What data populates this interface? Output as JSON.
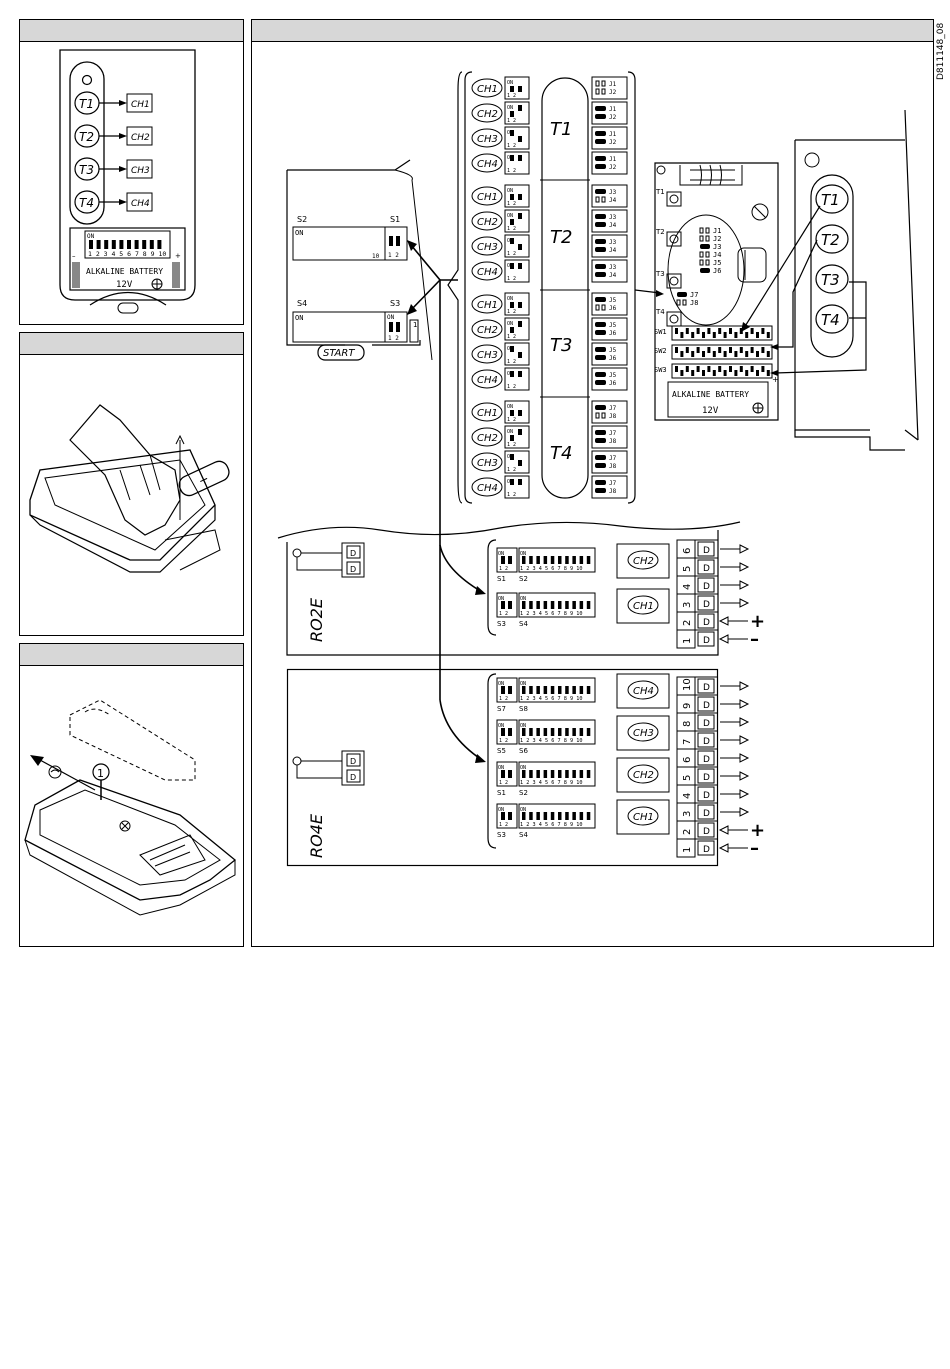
{
  "doc_code": "D811148_08",
  "left_panel": {
    "transmitter": {
      "buttons": [
        "T1",
        "T2",
        "T3",
        "T4"
      ],
      "channels": [
        "CH1",
        "CH2",
        "CH3",
        "CH4"
      ],
      "dip_on": "ON",
      "dip_numbers": "1 2 3 4 5 6 7 8 9 10",
      "minus": "–",
      "plus": "+",
      "battery_label": "ALKALINE BATTERY",
      "battery_voltage": "12V"
    },
    "step3_callout": "1"
  },
  "transmitter_board": {
    "s2": "S2",
    "s1": "S1",
    "s4": "S4",
    "s3": "S3",
    "on": "ON",
    "ten": "10",
    "one": "1",
    "start": "START"
  },
  "config_table": {
    "groups": [
      {
        "button": "T1",
        "rows": [
          {
            "ch": "CH1",
            "j": [
              "J1",
              "J2"
            ]
          },
          {
            "ch": "CH2",
            "j": [
              "J1",
              "J2"
            ]
          },
          {
            "ch": "CH3",
            "j": [
              "J1",
              "J2"
            ]
          },
          {
            "ch": "CH4",
            "j": [
              "J1",
              "J2"
            ]
          }
        ]
      },
      {
        "button": "T2",
        "rows": [
          {
            "ch": "CH1",
            "j": [
              "J3",
              "J4"
            ]
          },
          {
            "ch": "CH2",
            "j": [
              "J3",
              "J4"
            ]
          },
          {
            "ch": "CH3",
            "j": [
              "J3",
              "J4"
            ]
          },
          {
            "ch": "CH4",
            "j": [
              "J3",
              "J4"
            ]
          }
        ]
      },
      {
        "button": "T3",
        "rows": [
          {
            "ch": "CH1",
            "j": [
              "J5",
              "J6"
            ]
          },
          {
            "ch": "CH2",
            "j": [
              "J5",
              "J6"
            ]
          },
          {
            "ch": "CH3",
            "j": [
              "J5",
              "J6"
            ]
          },
          {
            "ch": "CH4",
            "j": [
              "J5",
              "J6"
            ]
          }
        ]
      },
      {
        "button": "T4",
        "rows": [
          {
            "ch": "CH1",
            "j": [
              "J7",
              "J8"
            ]
          },
          {
            "ch": "CH2",
            "j": [
              "J7",
              "J8"
            ]
          },
          {
            "ch": "CH3",
            "j": [
              "J7",
              "J8"
            ]
          },
          {
            "ch": "CH4",
            "j": [
              "J7",
              "J8"
            ]
          }
        ]
      }
    ]
  },
  "pcb": {
    "buttons": [
      "T1",
      "T2",
      "T3",
      "T4"
    ],
    "jumpers": [
      "J1",
      "J2",
      "J3",
      "J4",
      "J5",
      "J6",
      "J7",
      "J8"
    ],
    "switches": [
      "SW1",
      "SW2",
      "SW3"
    ],
    "battery_label": "ALKALINE BATTERY",
    "battery_voltage": "12V",
    "plus": "+"
  },
  "ro2e": {
    "name": "RO2E",
    "dip_rows": [
      {
        "left": "S1",
        "right": "S2",
        "ch": "CH2"
      },
      {
        "left": "S3",
        "right": "S4",
        "ch": "CH1"
      }
    ],
    "terminals": [
      "6",
      "5",
      "4",
      "3",
      "2",
      "1"
    ]
  },
  "ro4e": {
    "name": "RO4E",
    "dip_rows": [
      {
        "left": "S7",
        "right": "S8",
        "ch": "CH4"
      },
      {
        "left": "S5",
        "right": "S6",
        "ch": "CH3"
      },
      {
        "left": "S1",
        "right": "S2",
        "ch": "CH2"
      },
      {
        "left": "S3",
        "right": "S4",
        "ch": "CH1"
      }
    ],
    "terminals": [
      "10",
      "9",
      "8",
      "7",
      "6",
      "5",
      "4",
      "3",
      "2",
      "1"
    ]
  },
  "polarity": {
    "plus": "+",
    "minus": "–"
  },
  "dip": {
    "on": "ON",
    "pair": "1 2",
    "ten": "1 2 3 4 5 6 7 8 9 10"
  }
}
